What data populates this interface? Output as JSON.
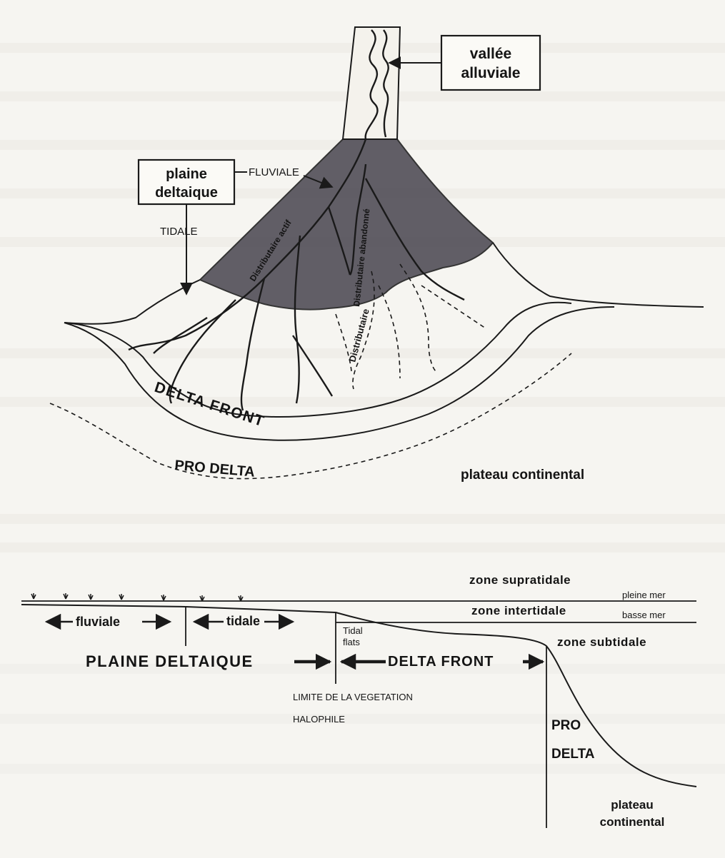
{
  "colors": {
    "paper": "#f6f5f1",
    "ink": "#1a1a1a",
    "delta_plain_fill": "#4d4a53"
  },
  "top_diagram": {
    "valley_box": {
      "line1": "vallée",
      "line2": "alluviale"
    },
    "plain_box": {
      "line1": "plaine",
      "line2": "deltaique"
    },
    "fluviale": "FLUVIALE",
    "tidale": "TIDALE",
    "distributaire_actif": "Distributaire actif",
    "distributaire_abandonne": "Distributaire abandonné",
    "distributaire": "Distributaire",
    "delta_front": "DELTA FRONT",
    "pro_delta": "PRO DELTA",
    "plateau": "plateau continental"
  },
  "profile_diagram": {
    "zone_supratidale": "zone supratidale",
    "zone_intertidale": "zone intertidale",
    "pleine_mer": "pleine mer",
    "basse_mer": "basse mer",
    "zone_subtidale": "zone subtidale",
    "fluviale": "fluviale",
    "tidale": "tidale",
    "tidal": "Tidal",
    "flats": "flats",
    "plaine_deltaique": "PLAINE DELTAIQUE",
    "delta_front": "DELTA FRONT",
    "limite_line1": "LIMITE DE LA VEGETATION",
    "limite_line2": "HALOPHILE",
    "pro": "PRO",
    "delta": "DELTA",
    "plateau_line1": "plateau",
    "plateau_line2": "continental"
  }
}
